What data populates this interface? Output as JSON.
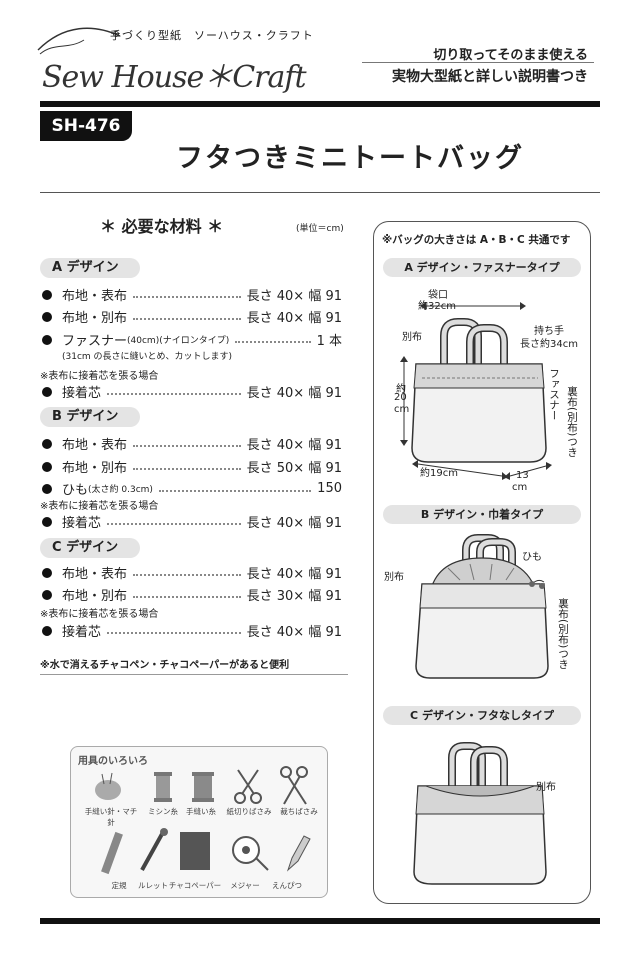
{
  "header": {
    "brand_sub": "手づくり型紙　ソーハウス・クラフト",
    "brand_name": "Sew House＊Craft",
    "tagline_1": "切り取ってそのまま使える",
    "tagline_2": "実物大型紙と詳しい説明書つき"
  },
  "product": {
    "code": "SH-476",
    "title": "フタつきミニトートバッグ"
  },
  "materials": {
    "title": "＊ 必要な材料 ＊",
    "unit": "(単位＝cm)",
    "sections": [
      {
        "label": "A デザイン",
        "items": [
          {
            "name": "布地・表布",
            "qty": "長さ 40× 幅 91"
          },
          {
            "name": "布地・別布",
            "qty": "長さ 40× 幅 91"
          },
          {
            "name": "ファスナー",
            "small": "(40cm)(ナイロンタイプ)",
            "qty": "1 本"
          }
        ],
        "subnote": "(31cm の長さに縫いとめ、カットします)",
        "interfacing_note": "※表布に接着芯を張る場合",
        "interfacing": {
          "name": "接着芯",
          "qty": "長さ 40× 幅 91"
        }
      },
      {
        "label": "B デザイン",
        "items": [
          {
            "name": "布地・表布",
            "qty": "長さ 40× 幅 91"
          },
          {
            "name": "布地・別布",
            "qty": "長さ 50× 幅 91"
          },
          {
            "name": "ひも",
            "small": "(太さ約 0.3cm)",
            "qty": "150"
          }
        ],
        "interfacing_note": "※表布に接着芯を張る場合",
        "interfacing": {
          "name": "接着芯",
          "qty": "長さ 40× 幅 91"
        }
      },
      {
        "label": "C デザイン",
        "items": [
          {
            "name": "布地・表布",
            "qty": "長さ 40× 幅 91"
          },
          {
            "name": "布地・別布",
            "qty": "長さ 30× 幅 91"
          }
        ],
        "interfacing_note": "※表布に接着芯を張る場合",
        "interfacing": {
          "name": "接着芯",
          "qty": "長さ 40× 幅 91"
        }
      }
    ],
    "bottom_note": "※水で消えるチャコペン・チャコペーパーがあると便利"
  },
  "tools": {
    "title": "用具のいろいろ",
    "items": [
      "手縫い針・マチ針",
      "ミシン糸",
      "手縫い糸",
      "紙切りばさみ",
      "裁ちばさみ",
      "定規",
      "ルレット",
      "チャコペーパー",
      "メジャー",
      "えんぴつ"
    ]
  },
  "diagrams": {
    "note": "※バッグの大きさは A・B・C 共通です",
    "a": {
      "label": "A デザイン・ファスナータイプ",
      "opening": "袋口",
      "opening_size": "約32cm",
      "contrast": "別布",
      "handle": "持ち手",
      "handle_len": "長さ約34cm",
      "height_a": "約",
      "height_b": "20",
      "height_c": "cm",
      "zipper": "ファスナー",
      "lining": "裏布(別布)つき",
      "width": "約19cm",
      "depth_a": "13",
      "depth_b": "cm"
    },
    "b": {
      "label": "B デザイン・巾着タイプ",
      "cord": "ひも",
      "contrast": "別布",
      "lining": "裏布(別布)つき"
    },
    "c": {
      "label": "C デザイン・フタなしタイプ",
      "contrast": "別布"
    }
  }
}
